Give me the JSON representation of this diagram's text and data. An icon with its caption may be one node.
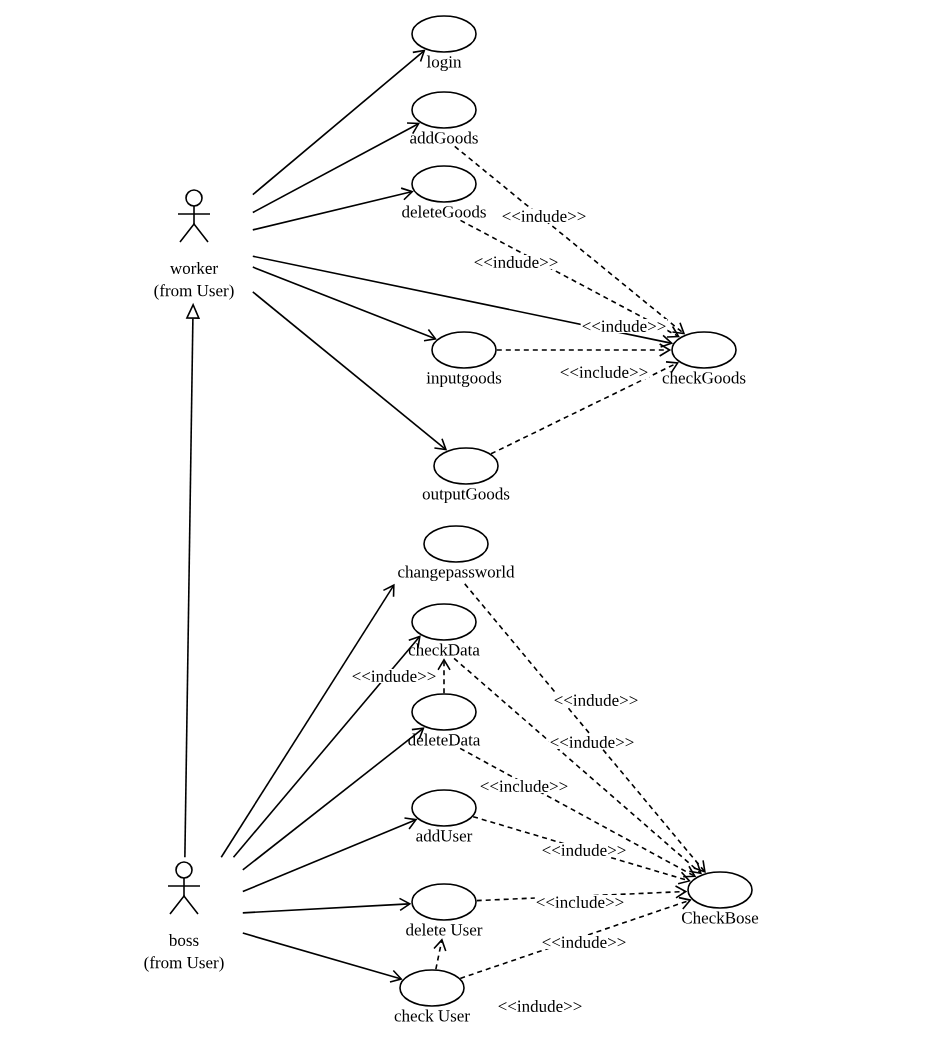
{
  "diagram": {
    "nodes": [
      {
        "text": [
          "worker",
          "(from User)"
        ]
      },
      {
        "text": [
          "login"
        ]
      },
      {
        "text": [
          "addGoods"
        ]
      },
      {
        "text": [
          "deleteGoods"
        ]
      },
      {
        "text": [
          "inputgoods"
        ]
      },
      {
        "text": [
          "outputGoods"
        ]
      },
      {
        "text": [
          "checkGoods"
        ]
      },
      {
        "text": [
          "changepassworld"
        ]
      },
      {
        "text": [
          "checkData"
        ]
      },
      {
        "text": [
          "deleteData"
        ]
      },
      {
        "text": [
          "addUser"
        ]
      },
      {
        "text": [
          "delete User"
        ]
      },
      {
        "text": [
          "check User"
        ]
      },
      {
        "text": [
          "boss",
          "(from User)"
        ]
      },
      {
        "text": [
          "CheckBose"
        ]
      }
    ],
    "edges": [
      {
        "from": 0,
        "to": 1,
        "arrow": "to"
      },
      {
        "from": 0,
        "to": 2,
        "arrow": "to"
      },
      {
        "from": 0,
        "to": 3,
        "arrow": "to"
      },
      {
        "from": 0,
        "to": 6,
        "arrow": "to"
      },
      {
        "from": 0,
        "to": 4,
        "arrow": "to"
      },
      {
        "from": 0,
        "to": 5,
        "arrow": "to"
      },
      {
        "from": 2,
        "to": 6,
        "arrow": "to",
        "style": "dashed",
        "label": "<<indude>>"
      },
      {
        "from": 3,
        "to": 6,
        "arrow": "to",
        "style": "dashed",
        "label": "<<indude>>"
      },
      {
        "from": 4,
        "to": 6,
        "arrow": "to",
        "style": "dashed",
        "label": "<<indude>>"
      },
      {
        "from": 5,
        "to": 6,
        "arrow": "to",
        "style": "dashed",
        "label": "<<include>>"
      },
      {
        "from": 13,
        "to": 0,
        "arrow": "to"
      },
      {
        "from": 13,
        "to": 7,
        "arrow": "to"
      },
      {
        "from": 13,
        "to": 8,
        "arrow": "to"
      },
      {
        "from": 13,
        "to": 9,
        "arrow": "to"
      },
      {
        "from": 13,
        "to": 10,
        "arrow": "to"
      },
      {
        "from": 13,
        "to": 11,
        "arrow": "to"
      },
      {
        "from": 13,
        "to": 12,
        "arrow": "to"
      },
      {
        "from": 9,
        "to": 8,
        "arrow": "to",
        "style": "dashed",
        "label": "<<indude>>"
      },
      {
        "from": 7,
        "to": 14,
        "arrow": "to",
        "style": "dashed",
        "label": "<<indude>>"
      },
      {
        "from": 8,
        "to": 14,
        "arrow": "to",
        "style": "dashed",
        "label": "<<indude>>"
      },
      {
        "from": 9,
        "to": 14,
        "arrow": "to",
        "style": "dashed",
        "label": "<<include>>"
      },
      {
        "from": 10,
        "to": 14,
        "arrow": "to",
        "style": "dashed",
        "label": "<<indude>>"
      },
      {
        "from": 11,
        "to": 14,
        "arrow": "to",
        "style": "dashed",
        "label": "<<include>>"
      },
      {
        "from": 12,
        "to": 14,
        "arrow": "to",
        "style": "dashed",
        "label": "<<indude>>"
      },
      {
        "from": 12,
        "to": 11,
        "arrow": "to",
        "style": "dashed",
        "label": "<<indude>>"
      }
    ]
  }
}
